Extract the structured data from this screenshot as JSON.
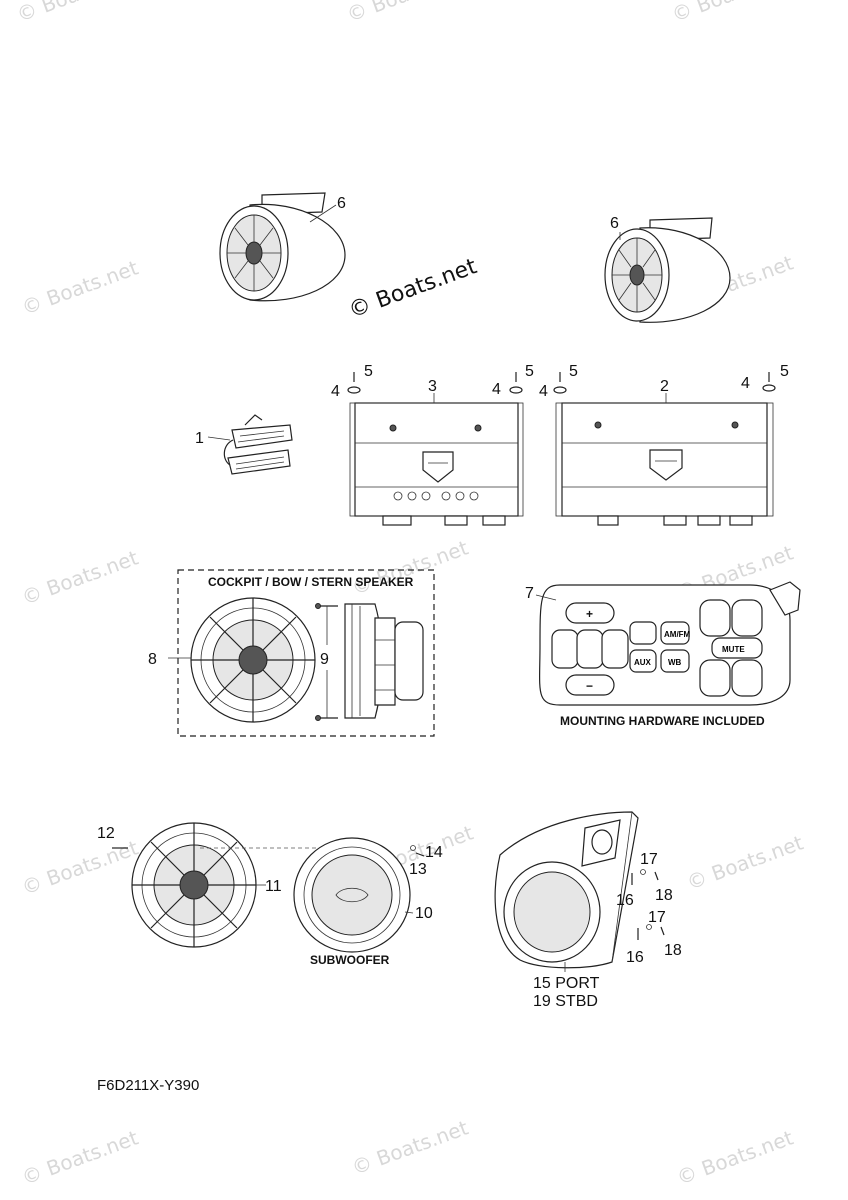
{
  "watermarks": {
    "corner_text": "© Boats.net",
    "center_text": "© Boats.net"
  },
  "callouts": {
    "c1": "1",
    "c2": "2",
    "c3": "3",
    "c4a": "4",
    "c4b": "4",
    "c4c": "4",
    "c4d": "4",
    "c5a": "5",
    "c5b": "5",
    "c5c": "5",
    "c5d": "5",
    "c6a": "6",
    "c6b": "6",
    "c7": "7",
    "c8": "8",
    "c9": "9",
    "c10": "10",
    "c11": "11",
    "c12": "12",
    "c13": "13",
    "c14": "14",
    "c15": "15 PORT",
    "c19": "19 STBD",
    "c16a": "16",
    "c16b": "16",
    "c17a": "17",
    "c17b": "17",
    "c18a": "18",
    "c18b": "18"
  },
  "labels": {
    "speaker_box": "COCKPIT / BOW / STERN SPEAKER",
    "mounting_hw": "MOUNTING HARDWARE INCLUDED",
    "subwoofer": "SUBWOOFER"
  },
  "remote_buttons": {
    "aux": "AUX",
    "amfm": "AM/FM",
    "wb": "WB",
    "mute": "MUTE",
    "plus": "+",
    "minus": "−"
  },
  "diagram_code": "F6D211X-Y390"
}
